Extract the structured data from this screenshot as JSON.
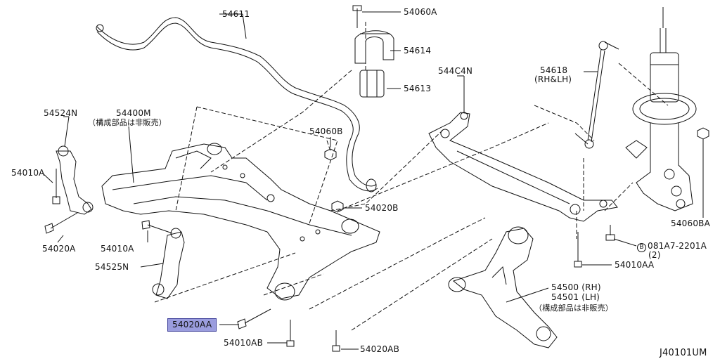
{
  "diagram_code": "J40101UM",
  "highlight_color": "#9b9dde",
  "parts": {
    "p54611": "54611",
    "p54060A": "54060A",
    "p54614": "54614",
    "p54613": "54613",
    "p54060B": "54060B",
    "p544C4N": "544C4N",
    "p54618": "54618",
    "p54618_note": "(RH&LH)",
    "p54524N": "54524N",
    "p54400M": "54400M",
    "p54400M_note": "（構成部品は非販売）",
    "p54010A_left": "54010A",
    "p54020A_left": "54020A",
    "p54010A_mid": "54010A",
    "p54525N": "54525N",
    "p54020B": "54020B",
    "p54020AA": "54020AA",
    "p54010AB": "54010AB",
    "p54020AB": "54020AB",
    "p54500": "54500 (RH)",
    "p54501": "54501 (LH)",
    "p54500_note": "（構成部品は非販売）",
    "p54010AA": "54010AA",
    "p081A7_circle": "B",
    "p081A7": "081A7-2201A",
    "p081A7_qty": "(2)",
    "p54060BA": "54060BA"
  }
}
